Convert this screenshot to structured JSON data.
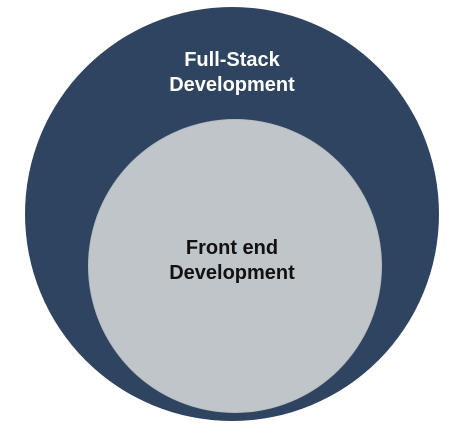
{
  "diagram": {
    "outer": {
      "label_line1": "Full-Stack",
      "label_line2": "Development",
      "color": "#2e4460"
    },
    "inner": {
      "label_line1": "Front end",
      "label_line2": "Development",
      "color": "#c0c5c9"
    }
  }
}
